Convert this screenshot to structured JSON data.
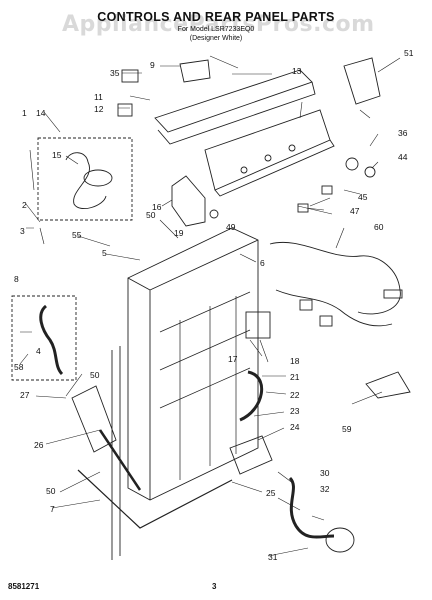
{
  "header": {
    "title": "CONTROLS AND REAR PANEL PARTS",
    "model": "For Model LSR7233EQ0",
    "color": "(Designer White)"
  },
  "footer": {
    "code": "8581271",
    "page": "3"
  },
  "watermark": {
    "text": "AppliancePartsPros.com"
  },
  "callouts": [
    "1",
    "2",
    "3",
    "4",
    "5",
    "6",
    "7",
    "8",
    "9",
    "11",
    "12",
    "13",
    "14",
    "15",
    "16",
    "17",
    "18",
    "19",
    "21",
    "22",
    "23",
    "24",
    "25",
    "26",
    "27",
    "30",
    "31",
    "32",
    "35",
    "36",
    "44",
    "45",
    "47",
    "49",
    "50",
    "51",
    "55",
    "58",
    "59",
    "60"
  ]
}
